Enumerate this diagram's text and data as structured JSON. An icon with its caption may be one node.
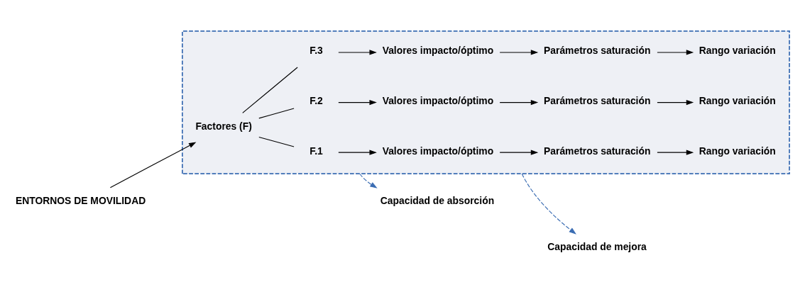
{
  "diagram": {
    "nodes": [
      {
        "text": [
          "ENTORNOS DE MOVILIDAD"
        ]
      },
      {
        "text": [],
        "shape": "box"
      },
      {
        "text": [
          "Factores (F)"
        ],
        "in": 1
      },
      {
        "text": [
          "F.1"
        ],
        "in": 1
      },
      {
        "text": [
          "Valores impacto/óptimo"
        ],
        "in": 1
      },
      {
        "text": [
          "Parámetros saturación"
        ],
        "in": 1
      },
      {
        "text": [
          "Rango variación"
        ],
        "in": 1
      },
      {
        "text": [
          "F.2"
        ],
        "in": 1
      },
      {
        "text": [
          "Valores impacto/óptimo"
        ],
        "in": 1
      },
      {
        "text": [
          "Parámetros saturación"
        ],
        "in": 1
      },
      {
        "text": [
          "Rango variación"
        ],
        "in": 1
      },
      {
        "text": [
          "F.3"
        ],
        "in": 1
      },
      {
        "text": [
          "Valores impacto/óptimo"
        ],
        "in": 1
      },
      {
        "text": [
          "Parámetros saturación"
        ],
        "in": 1
      },
      {
        "text": [
          "Rango variación"
        ],
        "in": 1
      },
      {
        "text": [
          "Capacidad de absorción"
        ]
      },
      {
        "text": [
          "Capacidad de mejora"
        ]
      }
    ],
    "edges": [
      {
        "from": 0,
        "to": 2,
        "arrow": "to"
      },
      {
        "from": 2,
        "to": 3,
        "arrow": "none"
      },
      {
        "from": 2,
        "to": 7,
        "arrow": "none"
      },
      {
        "from": 2,
        "to": 11,
        "arrow": "none"
      },
      {
        "from": 3,
        "to": 4,
        "arrow": "to"
      },
      {
        "from": 4,
        "to": 5,
        "arrow": "to"
      },
      {
        "from": 5,
        "to": 6,
        "arrow": "to"
      },
      {
        "from": 7,
        "to": 8,
        "arrow": "to"
      },
      {
        "from": 8,
        "to": 9,
        "arrow": "to"
      },
      {
        "from": 9,
        "to": 10,
        "arrow": "to"
      },
      {
        "from": 11,
        "to": 12,
        "arrow": "to"
      },
      {
        "from": 12,
        "to": 13,
        "arrow": "to"
      },
      {
        "from": 13,
        "to": 14,
        "arrow": "to"
      },
      {
        "from": 1,
        "to": 15,
        "arrow": "to",
        "style": "dashed",
        "color": "#3b6db3"
      },
      {
        "from": 1,
        "to": 16,
        "arrow": "to",
        "style": "dashed",
        "color": "#3b6db3"
      }
    ]
  }
}
